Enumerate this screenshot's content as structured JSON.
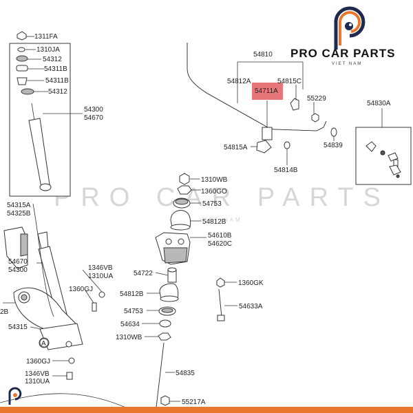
{
  "brand": {
    "name": "PRO CAR PARTS",
    "sub": "VIET NAM",
    "color_orange": "#e8772e",
    "color_navy": "#1d2a4d"
  },
  "watermark": {
    "text": "PRO CAR PARTS",
    "sub": "VIET NAM"
  },
  "highlight": {
    "part": "54711A",
    "color": "#e7767a"
  },
  "labels": {
    "l1311fa": "1311FA",
    "l1310ja": "1310JA",
    "l54312a": "54312",
    "l54311ba": "54311B",
    "l54311bb": "54311B",
    "l54312b": "54312",
    "l54300a": "54300",
    "l54670a": "54670",
    "l54315a": "54315A",
    "l54325b": "54325B",
    "l54670b": "54670",
    "l54300b": "54300",
    "l1346vba": "1346VB",
    "l1310uaa": "1310UA",
    "l1360gja": "1360GJ",
    "l2b": "2B",
    "l54315": "54315",
    "lA": "A",
    "l1360gjb": "1360GJ",
    "l1346vbb": "1346VB",
    "l1310uab": "1310UA",
    "l54810": "54810",
    "l54812a": "54812A",
    "l54711a": "54711A",
    "l54815c": "54815C",
    "l55229": "55229",
    "l54830a": "54830A",
    "l54815a": "54815A",
    "l54814b": "54814B",
    "l54839": "54839",
    "l1310wb": "1310WB",
    "l1360go": "1360GO",
    "l54753a": "54753",
    "l54812ba": "54812B",
    "l54610b": "54610B",
    "l54620c": "54620C",
    "l54722": "54722",
    "l1360gk": "1360GK",
    "l54812bb": "54812B",
    "l54633a": "54633A",
    "l54753b": "54753",
    "l54634": "54634",
    "l1310wbb": "1310WB",
    "l54835": "54835",
    "l55217a": "55217A"
  }
}
